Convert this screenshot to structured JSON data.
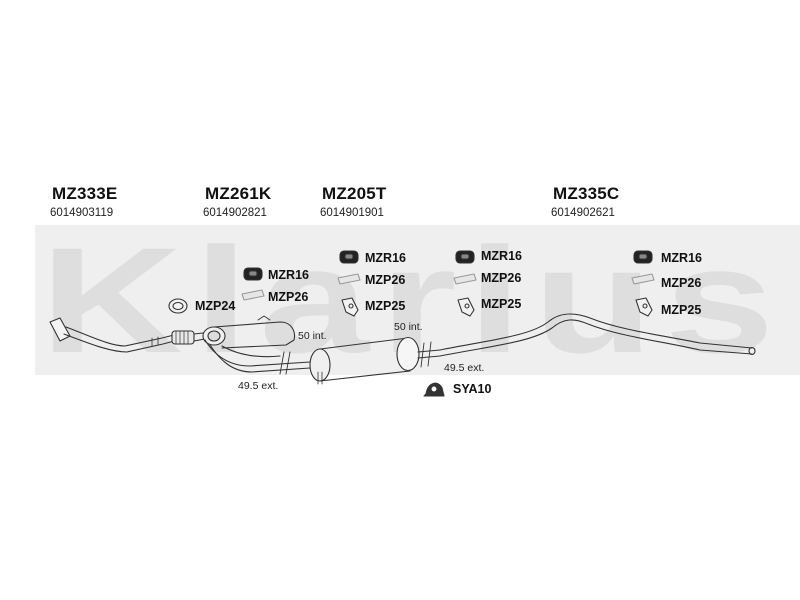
{
  "watermark": {
    "text": "Klarius",
    "color": "#e2e2e2"
  },
  "sections": [
    {
      "code": "MZ333E",
      "number": "6014903119"
    },
    {
      "code": "MZ261K",
      "number": "6014902821"
    },
    {
      "code": "MZ205T",
      "number": "6014901901"
    },
    {
      "code": "MZ335C",
      "number": "6014902621"
    }
  ],
  "parts": {
    "mzp24": "MZP24",
    "g1_r16": "MZR16",
    "g1_p26": "MZP26",
    "g2_r16": "MZR16",
    "g2_p26": "MZP26",
    "g2_p25": "MZP25",
    "g3_r16": "MZR16",
    "g3_p26": "MZP26",
    "g3_p25": "MZP25",
    "g4_r16": "MZR16",
    "g4_p26": "MZP26",
    "g4_p25": "MZP25",
    "sya10": "SYA10"
  },
  "notes": {
    "int1": "50 int.",
    "ext1": "49.5 ext.",
    "int2": "50 int.",
    "ext2": "49.5 ext."
  }
}
